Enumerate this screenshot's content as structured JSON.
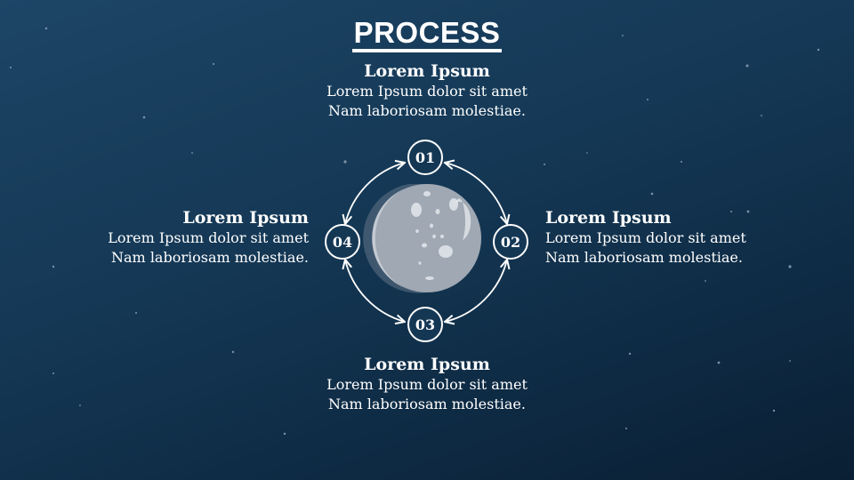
{
  "title": "PROCESS",
  "steps": [
    {
      "number": "01",
      "heading": "Lorem Ipsum",
      "line1": "Lorem Ipsum dolor sit amet",
      "line2": "Nam laboriosam molestiae."
    },
    {
      "number": "02",
      "heading": "Lorem Ipsum",
      "line1": "Lorem Ipsum dolor sit amet",
      "line2": "Nam laboriosam molestiae."
    },
    {
      "number": "03",
      "heading": "Lorem Ipsum",
      "line1": "Lorem Ipsum dolor sit amet",
      "line2": "Nam laboriosam molestiae."
    },
    {
      "number": "04",
      "heading": "Lorem Ipsum",
      "line1": "Lorem Ipsum dolor sit amet",
      "line2": "Nam laboriosam molestiae."
    }
  ],
  "colors": {
    "background": "#143754",
    "moon": "#a9b2bc",
    "text": "#ffffff"
  },
  "icons": [
    "crescent-moon-icon",
    "moon-icon",
    "star-icon"
  ]
}
